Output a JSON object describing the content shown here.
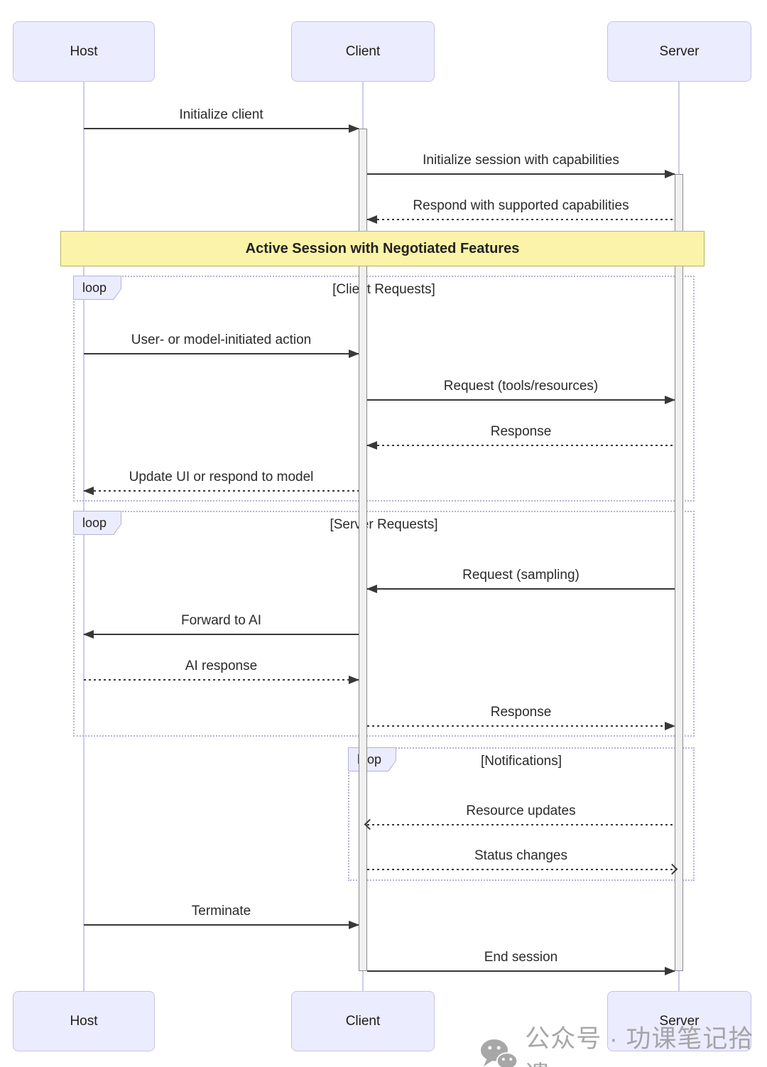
{
  "diagram": {
    "actors": [
      {
        "name": "Host"
      },
      {
        "name": "Client"
      },
      {
        "name": "Server"
      }
    ],
    "note": {
      "text": "Active Session with Negotiated Features"
    },
    "loops": [
      {
        "label": "loop",
        "title": "[Client Requests]"
      },
      {
        "label": "loop",
        "title": "[Server Requests]"
      },
      {
        "label": "loop",
        "title": "[Notifications]"
      }
    ],
    "messages": [
      {
        "text": "Initialize client",
        "from": "host",
        "to": "client",
        "line": "solid",
        "head": "filled"
      },
      {
        "text": "Initialize session with capabilities",
        "from": "client",
        "to": "server",
        "line": "solid",
        "head": "filled"
      },
      {
        "text": "Respond with supported capabilities",
        "from": "server",
        "to": "client",
        "line": "dashed",
        "head": "filled"
      },
      {
        "text": "User- or model-initiated action",
        "from": "host",
        "to": "client",
        "line": "solid",
        "head": "filled"
      },
      {
        "text": "Request (tools/resources)",
        "from": "client",
        "to": "server",
        "line": "solid",
        "head": "filled"
      },
      {
        "text": "Response",
        "from": "server",
        "to": "client",
        "line": "dashed",
        "head": "filled"
      },
      {
        "text": "Update UI or respond to model",
        "from": "client",
        "to": "host",
        "line": "dashed",
        "head": "filled"
      },
      {
        "text": "Request (sampling)",
        "from": "server",
        "to": "client",
        "line": "solid",
        "head": "filled"
      },
      {
        "text": "Forward to AI",
        "from": "client",
        "to": "host",
        "line": "solid",
        "head": "filled"
      },
      {
        "text": "AI response",
        "from": "host",
        "to": "client",
        "line": "dashed",
        "head": "filled"
      },
      {
        "text": "Response",
        "from": "client",
        "to": "server",
        "line": "dashed",
        "head": "filled"
      },
      {
        "text": "Resource updates",
        "from": "server",
        "to": "client",
        "line": "dashed",
        "head": "open"
      },
      {
        "text": "Status changes",
        "from": "client",
        "to": "server",
        "line": "dashed",
        "head": "open"
      },
      {
        "text": "Terminate",
        "from": "host",
        "to": "client",
        "line": "solid",
        "head": "filled"
      },
      {
        "text": "End session",
        "from": "client",
        "to": "server",
        "line": "solid",
        "head": "filled"
      }
    ],
    "colors": {
      "actor_fill": "#ECECFF",
      "actor_border": "#c5c5e2",
      "note_fill": "#fbf3a7",
      "note_border": "#b6b65a",
      "frame_border": "#b3b3d9",
      "arrow": "#383838",
      "activation_fill": "#f0f0f0",
      "activation_border": "#8a8a8a",
      "lifeline": "#ccccee",
      "watermark": "#9b9b9b"
    }
  },
  "watermark": {
    "icon": "wechat-icon",
    "text": "公众号 · 功课笔记拾遗"
  }
}
